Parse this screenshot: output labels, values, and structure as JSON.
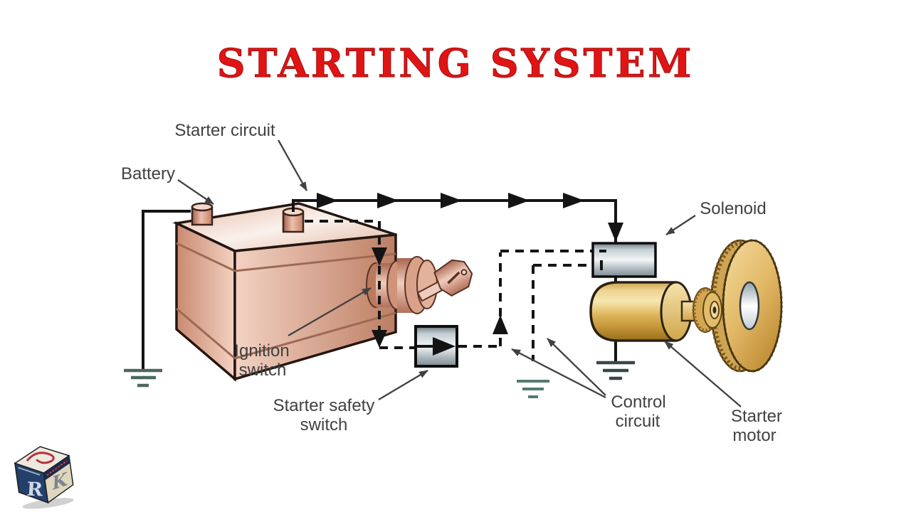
{
  "title": "STARTING SYSTEM",
  "diagram": {
    "labels": {
      "starter_circuit": "Starter circuit",
      "battery": "Battery",
      "ignition_switch": {
        "line1": "Ignition",
        "line2": "switch"
      },
      "starter_safety_switch": {
        "line1": "Starter safety",
        "line2": "switch"
      },
      "solenoid": "Solenoid",
      "control_circuit": {
        "line1": "Control",
        "line2": "circuit"
      },
      "starter_motor": {
        "line1": "Starter",
        "line2": "motor"
      }
    },
    "icons": {
      "flow_arrows": "solid black arrows showing starter-circuit current direction",
      "ground_symbols": "three-bar earth ground symbols",
      "dashed_lines": "control circuit (dashed), solid line is starter circuit"
    },
    "colors": {
      "title_red": "#e01414",
      "wire_black": "#141414",
      "label_text": "#414141",
      "battery_copper": "#d99d86",
      "metal_gray": "#e9eff2",
      "motor_gold": "#ddb256",
      "gear_gold": "#e2b866",
      "ground_teal": "#4e6660"
    }
  },
  "logo": {
    "left_letter": "R",
    "right_letter": "K"
  }
}
